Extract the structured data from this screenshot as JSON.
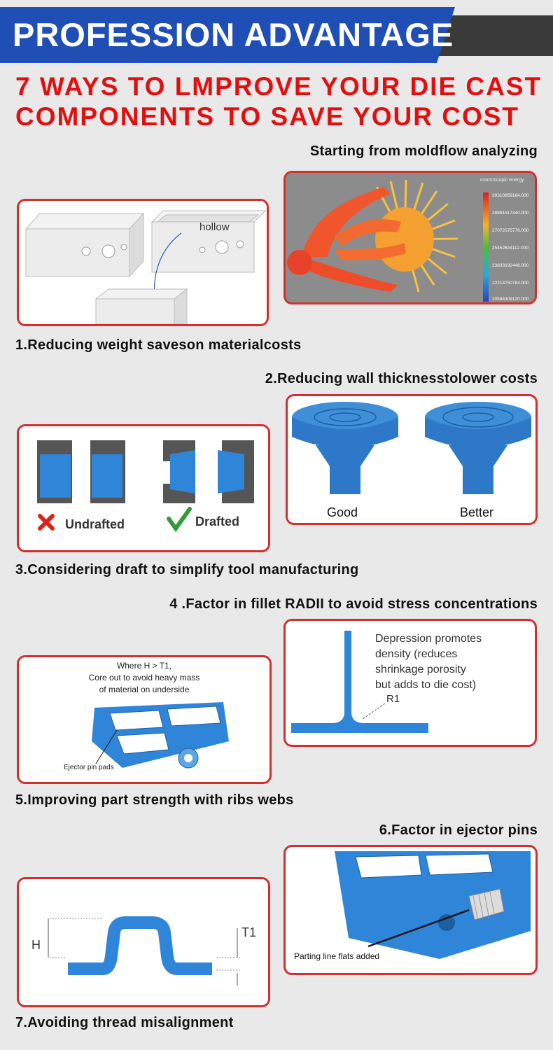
{
  "banner": {
    "title": "PROFESSION ADVANTAGE"
  },
  "headline": {
    "line1": "7 WAYS TO LMPROVE YOUR DIE CAST",
    "line2": "COMPONENTS TO SAVE YOUR COST"
  },
  "sections": {
    "moldflow": {
      "caption": "Starting from moldflow analyzing",
      "legend_title": "macroscopic energy",
      "legend_values": [
        "30310959164.000",
        "28891517440.000",
        "27072075776.000",
        "25452634112.000",
        "23833192448.000",
        "22213750784.000",
        "20594309120.000"
      ]
    },
    "s1": {
      "caption": "1.Reducing weight saveson materialcosts",
      "label": "hollow"
    },
    "s2": {
      "caption": "2.Reducing wall thicknesstolower costs",
      "good": "Good",
      "better": "Better"
    },
    "s3": {
      "caption": "3.Considering draft to simplify tool manufacturing",
      "undrafted": "Undrafted",
      "drafted": "Drafted"
    },
    "s4": {
      "caption": "4 .Factor in fillet RADII to avoid stress concentrations",
      "note_lines": [
        "Depression promotes",
        "density (reduces",
        "shrinkage porosity",
        "but adds to die cost)"
      ],
      "r_label": "R1"
    },
    "s5": {
      "caption": "5.Improving part strength with ribs webs",
      "note_lines": [
        "Where H > T1,",
        "Core out to avoid heavy mass",
        "of material on underside"
      ],
      "pin_label": "Ejector pin pads"
    },
    "s6": {
      "caption": "6.Factor in ejector pins",
      "label": "Parting line flats added"
    },
    "s7": {
      "caption": "7.Avoiding thread misalignment",
      "h_label": "H",
      "t_label": "T1"
    }
  }
}
